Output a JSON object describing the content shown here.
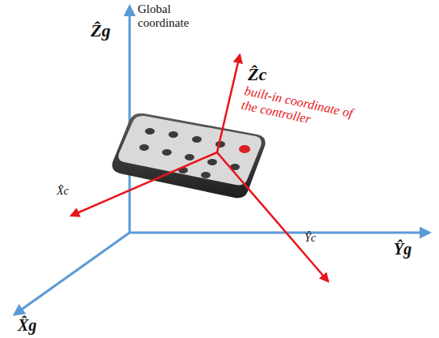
{
  "diagram": {
    "labels": [
      "Global coordinate",
      "Ẑg",
      "Ẑc",
      "built-in coordinate of the controller",
      "X̂c",
      "Ŷc",
      "Ŷg",
      "X̂g"
    ]
  }
}
